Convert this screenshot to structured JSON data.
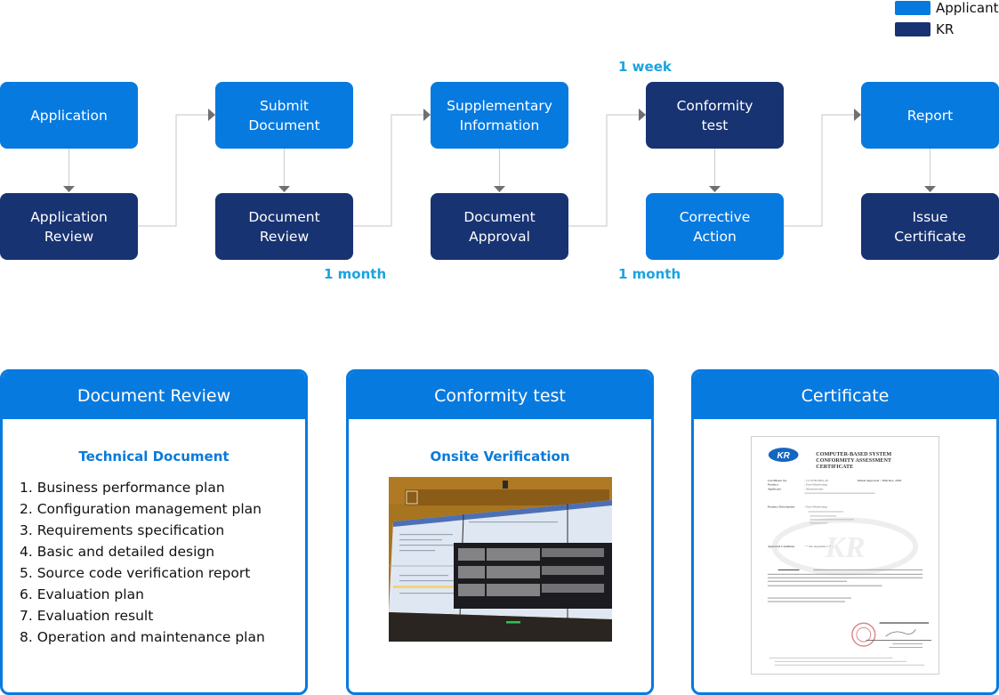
{
  "legend": [
    {
      "label": "Applicant",
      "color": "#077ae0"
    },
    {
      "label": "KR",
      "color": "#183372"
    }
  ],
  "flow": {
    "colors": {
      "applicant": "#077ae0",
      "kr": "#183372",
      "duration": "#1aa3e0",
      "connector": "#d0d0d0",
      "arrow": "#707070"
    },
    "nodes": [
      {
        "id": "application",
        "label": "Application",
        "party": "Applicant"
      },
      {
        "id": "application-review",
        "label": "Application\nReview",
        "party": "KR"
      },
      {
        "id": "submit-document",
        "label": "Submit\nDocument",
        "party": "Applicant"
      },
      {
        "id": "document-review",
        "label": "Document\nReview",
        "party": "KR"
      },
      {
        "id": "supplementary-information",
        "label": "Supplementary\nInformation",
        "party": "Applicant"
      },
      {
        "id": "document-approval",
        "label": "Document\nApproval",
        "party": "KR"
      },
      {
        "id": "conformity-test",
        "label": "Conformity\ntest",
        "party": "KR"
      },
      {
        "id": "corrective-action",
        "label": "Corrective\nAction",
        "party": "Applicant"
      },
      {
        "id": "report",
        "label": "Report",
        "party": "Applicant"
      },
      {
        "id": "issue-certificate",
        "label": "Issue\nCertificate",
        "party": "KR"
      }
    ],
    "durations": [
      {
        "label": "1 month",
        "near": "document-review"
      },
      {
        "label": "1 week",
        "near": "conformity-test"
      },
      {
        "label": "1 month",
        "near": "corrective-action"
      }
    ]
  },
  "panels": [
    {
      "title": "Document Review",
      "subtitle": "Technical Document",
      "items": [
        "1. Business performance plan",
        "2. Configuration management plan",
        "3. Requirements specification",
        "4. Basic and detailed design",
        "5. Source code verification report",
        "6. Evaluation plan",
        "7. Evaluation result",
        "8. Operation and maintenance plan"
      ]
    },
    {
      "title": "Conformity test",
      "subtitle": "Onsite Verification",
      "image": "photo of video wall displaying software code and terminal output"
    },
    {
      "title": "Certificate",
      "certificate": {
        "logo": "KR",
        "heading": [
          "COMPUTER-BASED SYSTEM",
          "CONFORMITY ASSESSMENT",
          "CERTIFICATE"
        ],
        "fields": [
          {
            "label": "Certificate No.",
            "value": ": CCTCB-0001-20"
          },
          {
            "label": "Product",
            "value": ": Fuel Monitoring"
          },
          {
            "label": "Applicant",
            "value": ": Marineworks"
          },
          {
            "label": "Product Description",
            "value": ": Fuel Monitoring"
          },
          {
            "label": "Approval Condition",
            "value": ": * See Appendix 1 *"
          }
        ],
        "initial_approval": "Initial Approval : 28th Dec, 2020",
        "certify_text": "THIS IS TO CERTIFY that the above-mentioned product has been approved in accordance with the relevant requirements of this Society's Rules and / or of the recognized standards as follows and entered in the \"List of Approved Manufacturers and Computer-based System Conformity Assessment System\". Guidelines for Computer-based System Conformity Assessment",
        "valid_until": "This Certificate is valid until 27th Dec, 2023",
        "issued": "Issued at Busan, Korea on 28th Dec, 2020",
        "issuer": "KOREAN REGISTER OF SHIPPING",
        "signatory": [
          "General Manager of",
          "Cyber Certification Team"
        ]
      }
    }
  ]
}
